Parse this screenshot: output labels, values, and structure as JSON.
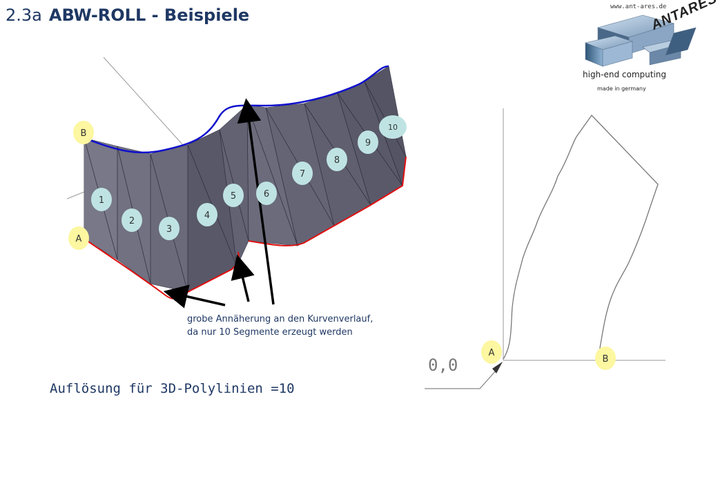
{
  "header": {
    "section_number": "2.3a",
    "title": "ABW-ROLL - Beispiele"
  },
  "logo": {
    "url": "www.ant-ares.de",
    "brand": "ANTARES",
    "tagline": "high-end computing",
    "origin": "made in germany"
  },
  "annotation": {
    "line1": "grobe Annäherung an den Kurvenverlauf,",
    "line2": "da nur 10 Segmente erzeugt werden"
  },
  "caption": "Auflösung für 3D-Polylinien =10",
  "point_labels": {
    "a": "A",
    "b": "B"
  },
  "segment_labels": [
    "1",
    "2",
    "3",
    "4",
    "5",
    "6",
    "7",
    "8",
    "9",
    "10"
  ],
  "profile": {
    "origin_label": "0,0",
    "start_label": "A",
    "end_label": "B"
  },
  "colors": {
    "title": "#1f3864",
    "surface": "#6e6e7e",
    "top_edge": "#1010cc",
    "bottom_edge": "#e01010",
    "marker_yellow": "#fcf7a0",
    "marker_cyan": "#bfe3e3"
  }
}
